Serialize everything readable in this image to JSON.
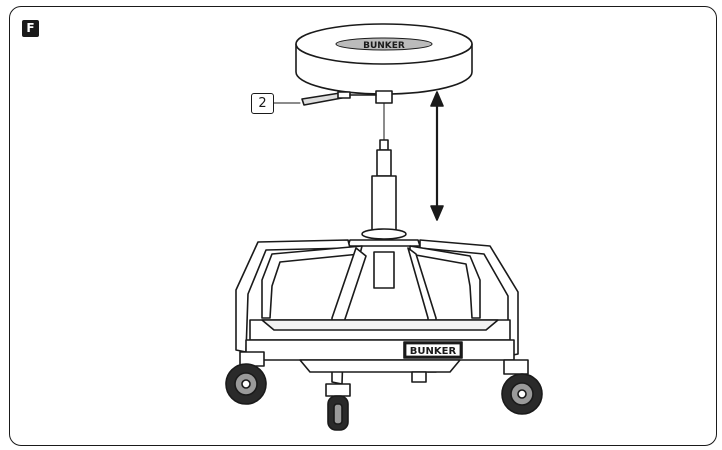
{
  "step": {
    "label": "F"
  },
  "callout": {
    "number": "2"
  },
  "brand": {
    "base_logo": "BUNKER",
    "seat_logo": "BUNKER"
  },
  "icons": {
    "height_arrow": "double-vertical-arrow-icon",
    "lever": "gas-lift-lever-icon"
  },
  "colors": {
    "line": "#1a1a1a",
    "tire": "#2a2a2a",
    "hub": "#9a9a9a",
    "fill": "#ffffff"
  }
}
